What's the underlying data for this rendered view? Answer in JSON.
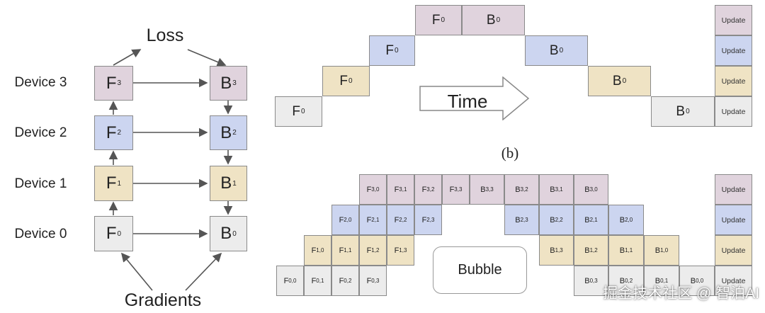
{
  "left": {
    "loss_label": "Loss",
    "gradients_label": "Gradients",
    "devices": [
      "Device 3",
      "Device 2",
      "Device 1",
      "Device 0"
    ],
    "forward": [
      [
        "F",
        "3"
      ],
      [
        "F",
        "2"
      ],
      [
        "F",
        "1"
      ],
      [
        "F",
        "0"
      ]
    ],
    "backward": [
      [
        "B",
        "3"
      ],
      [
        "B",
        "2"
      ],
      [
        "B",
        "1"
      ],
      [
        "B",
        "0"
      ]
    ]
  },
  "top": {
    "forward": [
      [
        "F",
        "0"
      ],
      [
        "F",
        "0"
      ],
      [
        "F",
        "0"
      ],
      [
        "F",
        "0"
      ]
    ],
    "backward": [
      [
        "B",
        "0"
      ],
      [
        "B",
        "0"
      ],
      [
        "B",
        "0"
      ],
      [
        "B",
        "0"
      ]
    ],
    "update_labels": [
      "Update",
      "Update",
      "Update",
      "Update"
    ],
    "time_label": "Time",
    "caption": "(b)"
  },
  "bottom": {
    "row3_f": [
      [
        "F",
        "3,0"
      ],
      [
        "F",
        "3,1"
      ],
      [
        "F",
        "3,2"
      ],
      [
        "F",
        "3,3"
      ]
    ],
    "row3_b": [
      [
        "B",
        "3,3"
      ],
      [
        "B",
        "3,2"
      ],
      [
        "B",
        "3,1"
      ],
      [
        "B",
        "3,0"
      ]
    ],
    "row2_f": [
      [
        "F",
        "2,0"
      ],
      [
        "F",
        "2,1"
      ],
      [
        "F",
        "2,2"
      ],
      [
        "F",
        "2,3"
      ]
    ],
    "row2_b": [
      [
        "B",
        "2,3"
      ],
      [
        "B",
        "2,2"
      ],
      [
        "B",
        "2,1"
      ],
      [
        "B",
        "2,0"
      ]
    ],
    "row1_f": [
      [
        "F",
        "1,0"
      ],
      [
        "F",
        "1,1"
      ],
      [
        "F",
        "1,2"
      ],
      [
        "F",
        "1,3"
      ]
    ],
    "row1_b": [
      [
        "B",
        "1,3"
      ],
      [
        "B",
        "1,2"
      ],
      [
        "B",
        "1,1"
      ],
      [
        "B",
        "1,0"
      ]
    ],
    "row0_f": [
      [
        "F",
        "0,0"
      ],
      [
        "F",
        "0,1"
      ],
      [
        "F",
        "0,2"
      ],
      [
        "F",
        "0,3"
      ]
    ],
    "row0_b": [
      [
        "B",
        "0,3"
      ],
      [
        "B",
        "0,2"
      ],
      [
        "B",
        "0,1"
      ],
      [
        "B",
        "0,0"
      ]
    ],
    "update_labels": [
      "Update",
      "Update",
      "Update",
      "Update"
    ],
    "bubble_label": "Bubble"
  },
  "watermark": "掘金技术社区 @ 智泊AI",
  "colors": {
    "device3": "#e0d3dd",
    "device2": "#ccd5f0",
    "device1": "#efe3c4",
    "device0": "#ececec",
    "border": "#8a8a8a",
    "arrow": "#555555"
  }
}
